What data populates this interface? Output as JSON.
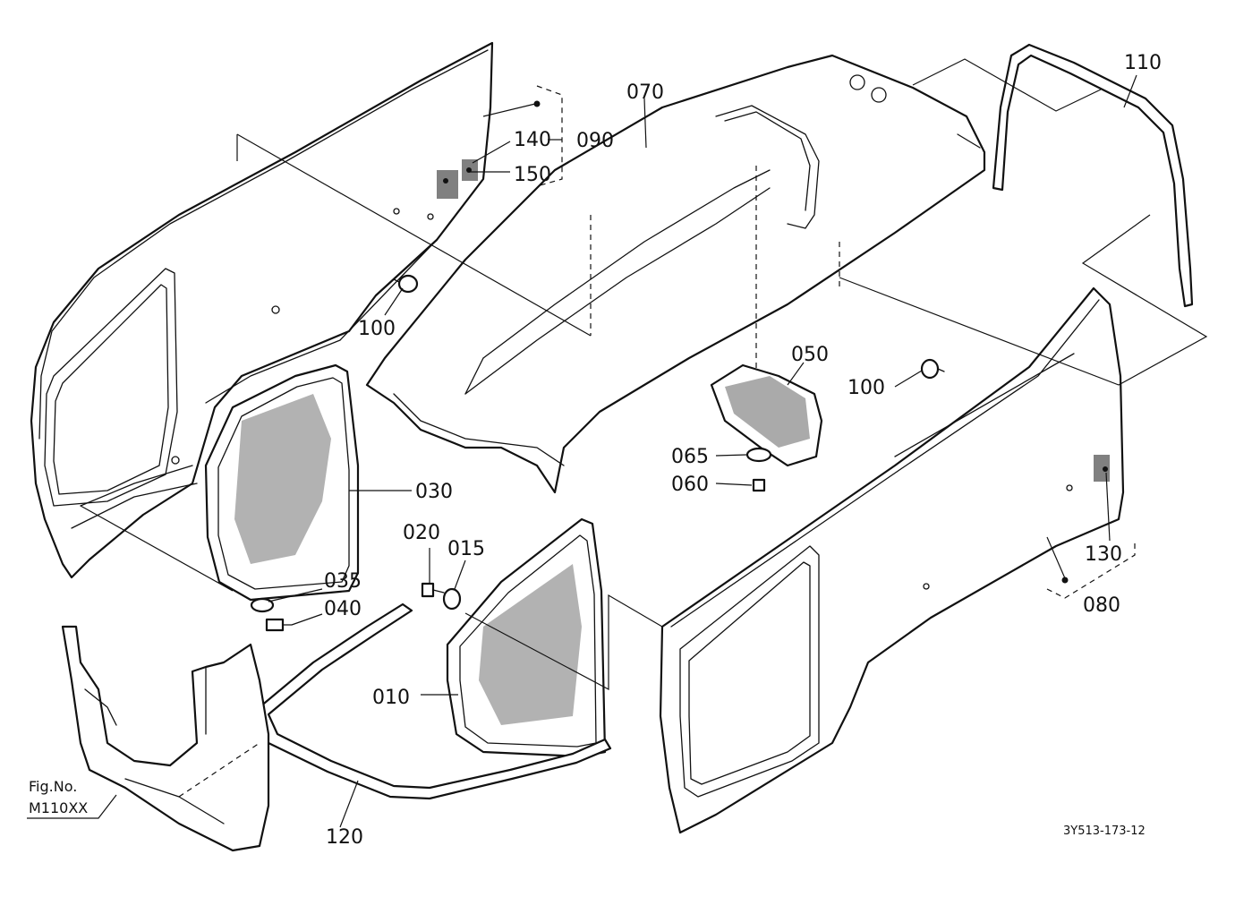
{
  "labels": {
    "p010": "010",
    "p015": "015",
    "p020": "020",
    "p030": "030",
    "p035": "035",
    "p040": "040",
    "p050": "050",
    "p060": "060",
    "p065": "065",
    "p070": "070",
    "p080": "080",
    "p090": "090",
    "p100a": "100",
    "p100b": "100",
    "p110": "110",
    "p120": "120",
    "p130": "130",
    "p140": "140",
    "p150": "150"
  },
  "fig_ref": {
    "line1": "Fig.No.",
    "line2": "M110XX"
  },
  "drawing_number": "3Y513-173-12"
}
